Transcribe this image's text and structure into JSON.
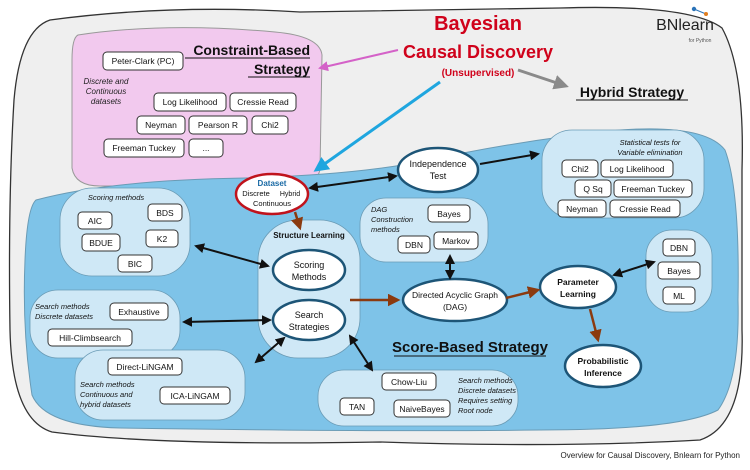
{
  "title": {
    "line1": "Bayesian",
    "line2": "Causal Discovery",
    "subtitle": "(Unsupervised)"
  },
  "logo": {
    "text": "BNlearn",
    "tagline": "for Python"
  },
  "constraint_based": {
    "heading_line1": "Constraint-Based",
    "heading_line2": "Strategy",
    "note_line1": "Discrete and",
    "note_line2": "Continuous",
    "note_line3": "datasets",
    "methods": {
      "peter_clark": "Peter-Clark (PC)",
      "log_likelihood": "Log Likelihood",
      "cressie_read": "Cressie Read",
      "neyman": "Neyman",
      "pearson_r": "Pearson R",
      "chi2": "Chi2",
      "freeman_tuckey": "Freeman Tuckey",
      "more": "..."
    }
  },
  "hybrid": {
    "heading": "Hybrid Strategy"
  },
  "dataset": {
    "title": "Dataset",
    "discrete": "Discrete",
    "hybrid": "Hybrid",
    "continuous": "Continuous"
  },
  "independence_test": {
    "line1": "Independence",
    "line2": "Test"
  },
  "statistical_tests": {
    "note_line1": "Statistical tests for",
    "note_line2": "Variable elimination",
    "chi2": "Chi2",
    "log_likelihood": "Log Likelihood",
    "q_sq": "Q Sq",
    "freeman_tuckey": "Freeman Tuckey",
    "neyman": "Neyman",
    "cressie_read": "Cressie Read"
  },
  "scoring_methods": {
    "note": "Scoring methods",
    "aic": "AIC",
    "bds": "BDS",
    "bdue": "BDUE",
    "k2": "K2",
    "bic": "BIC"
  },
  "structure_learning": {
    "title": "Structure Learning",
    "scoring_line1": "Scoring",
    "scoring_line2": "Methods",
    "search_line1": "Search",
    "search_line2": "Strategies"
  },
  "dag_construction": {
    "note_line1": "DAG",
    "note_line2": "Construction",
    "note_line3": "methods",
    "bayes": "Bayes",
    "dbn": "DBN",
    "markov": "Markov"
  },
  "dag": {
    "line1": "Directed Acyclic Graph",
    "line2": "(DAG)"
  },
  "parameter_learning": {
    "line1": "Parameter",
    "line2": "Learning",
    "dbn": "DBN",
    "bayes": "Bayes",
    "ml": "ML"
  },
  "search_methods_1": {
    "note_line1": "Search methods",
    "note_line2": "Discrete datasets",
    "exhaustive": "Exhaustive",
    "hill_climbsearch": "Hill-Climbsearch"
  },
  "search_methods_2": {
    "direct_lingam": "Direct-LiNGAM",
    "note_line1": "Search methods",
    "note_line2": "Continuous and",
    "note_line3": "hybrid datasets",
    "ica_lingam": "ICA-LiNGAM"
  },
  "search_methods_3": {
    "chow_liu": "Chow-Liu",
    "tan": "TAN",
    "naive_bayes": "NaiveBayes",
    "note_line1": "Search methods",
    "note_line2": "Discrete datasets",
    "note_line3": "Requires setting",
    "note_line4": "Root node"
  },
  "score_based": {
    "heading": "Score-Based Strategy"
  },
  "probabilistic_inference": {
    "line1": "Probabilistic",
    "line2": "Inference"
  },
  "footer": "Overview for Causal Discovery, Bnlearn for Python",
  "colors": {
    "title_red": "#d0021b",
    "dataset_red": "#c0131c",
    "pink_region": "#f2c9ee",
    "pink_arrow": "#d462c8",
    "outer_gray": "#efefef",
    "blue_region": "#7ec3e8",
    "light_blue": "#cfe8f6",
    "ellipse_border": "#1d5577",
    "brown_arrow": "#8b3a0f",
    "cyan_arrow": "#1fa6df",
    "gray_arrow": "#8a8a8a"
  }
}
